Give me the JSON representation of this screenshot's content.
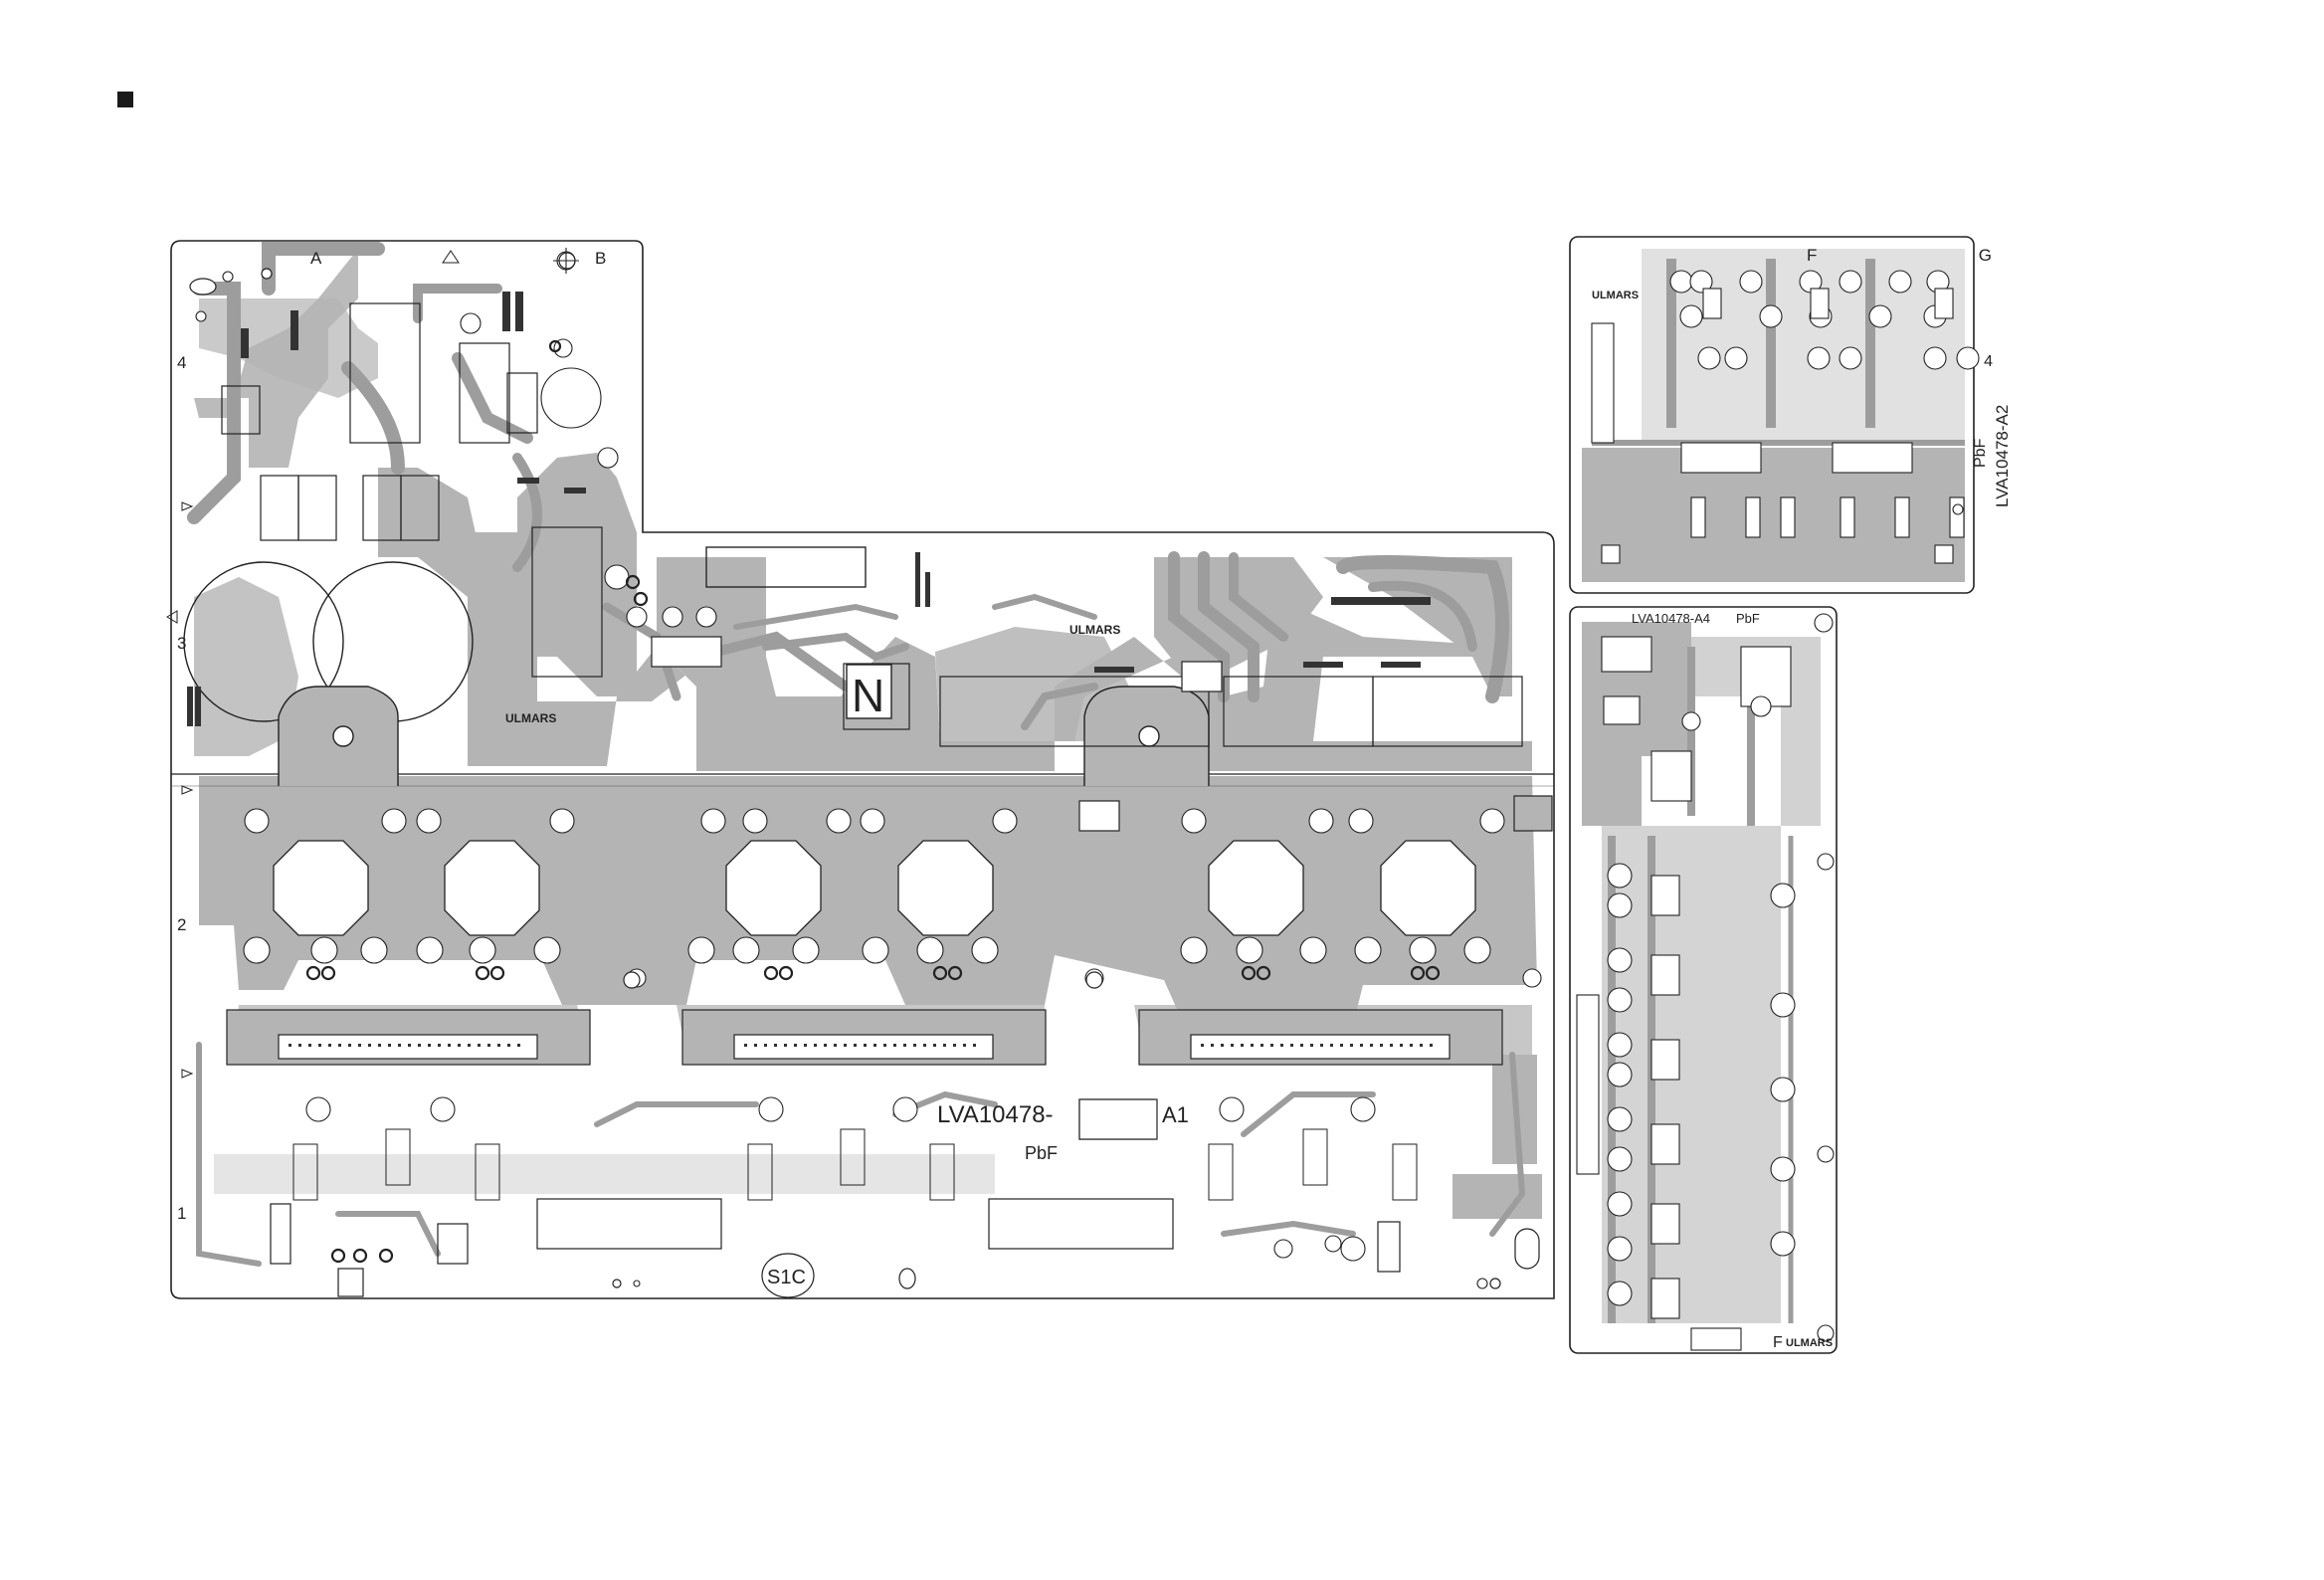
{
  "colors": {
    "board": "#ffffff",
    "copper": "#b4b4b4",
    "trace": "#9d9d9d",
    "outline": "#222222",
    "component": "#333333"
  },
  "bullet_icon": "square-bullet-icon",
  "main_board": {
    "grid_letters": [
      "A",
      "B"
    ],
    "grid_numbers": [
      "4",
      "3",
      "2",
      "1"
    ],
    "part_number": "LVA10478-",
    "part_suffix": "A1",
    "lead_free": "PbF",
    "brand_marks": [
      "ULMARS",
      "ULMARS"
    ],
    "marker_n": "N",
    "stamp": "S1C"
  },
  "board_a2": {
    "grid_letters": [
      "F",
      "G"
    ],
    "grid_numbers": [
      "4"
    ],
    "part_number": "LVA10478-A2",
    "lead_free": "PbF",
    "brand_mark": "ULMARS"
  },
  "board_a4": {
    "part_number": "LVA10478-A4",
    "lead_free": "PbF",
    "grid_letter": "F",
    "brand_mark": "ULMARS"
  }
}
